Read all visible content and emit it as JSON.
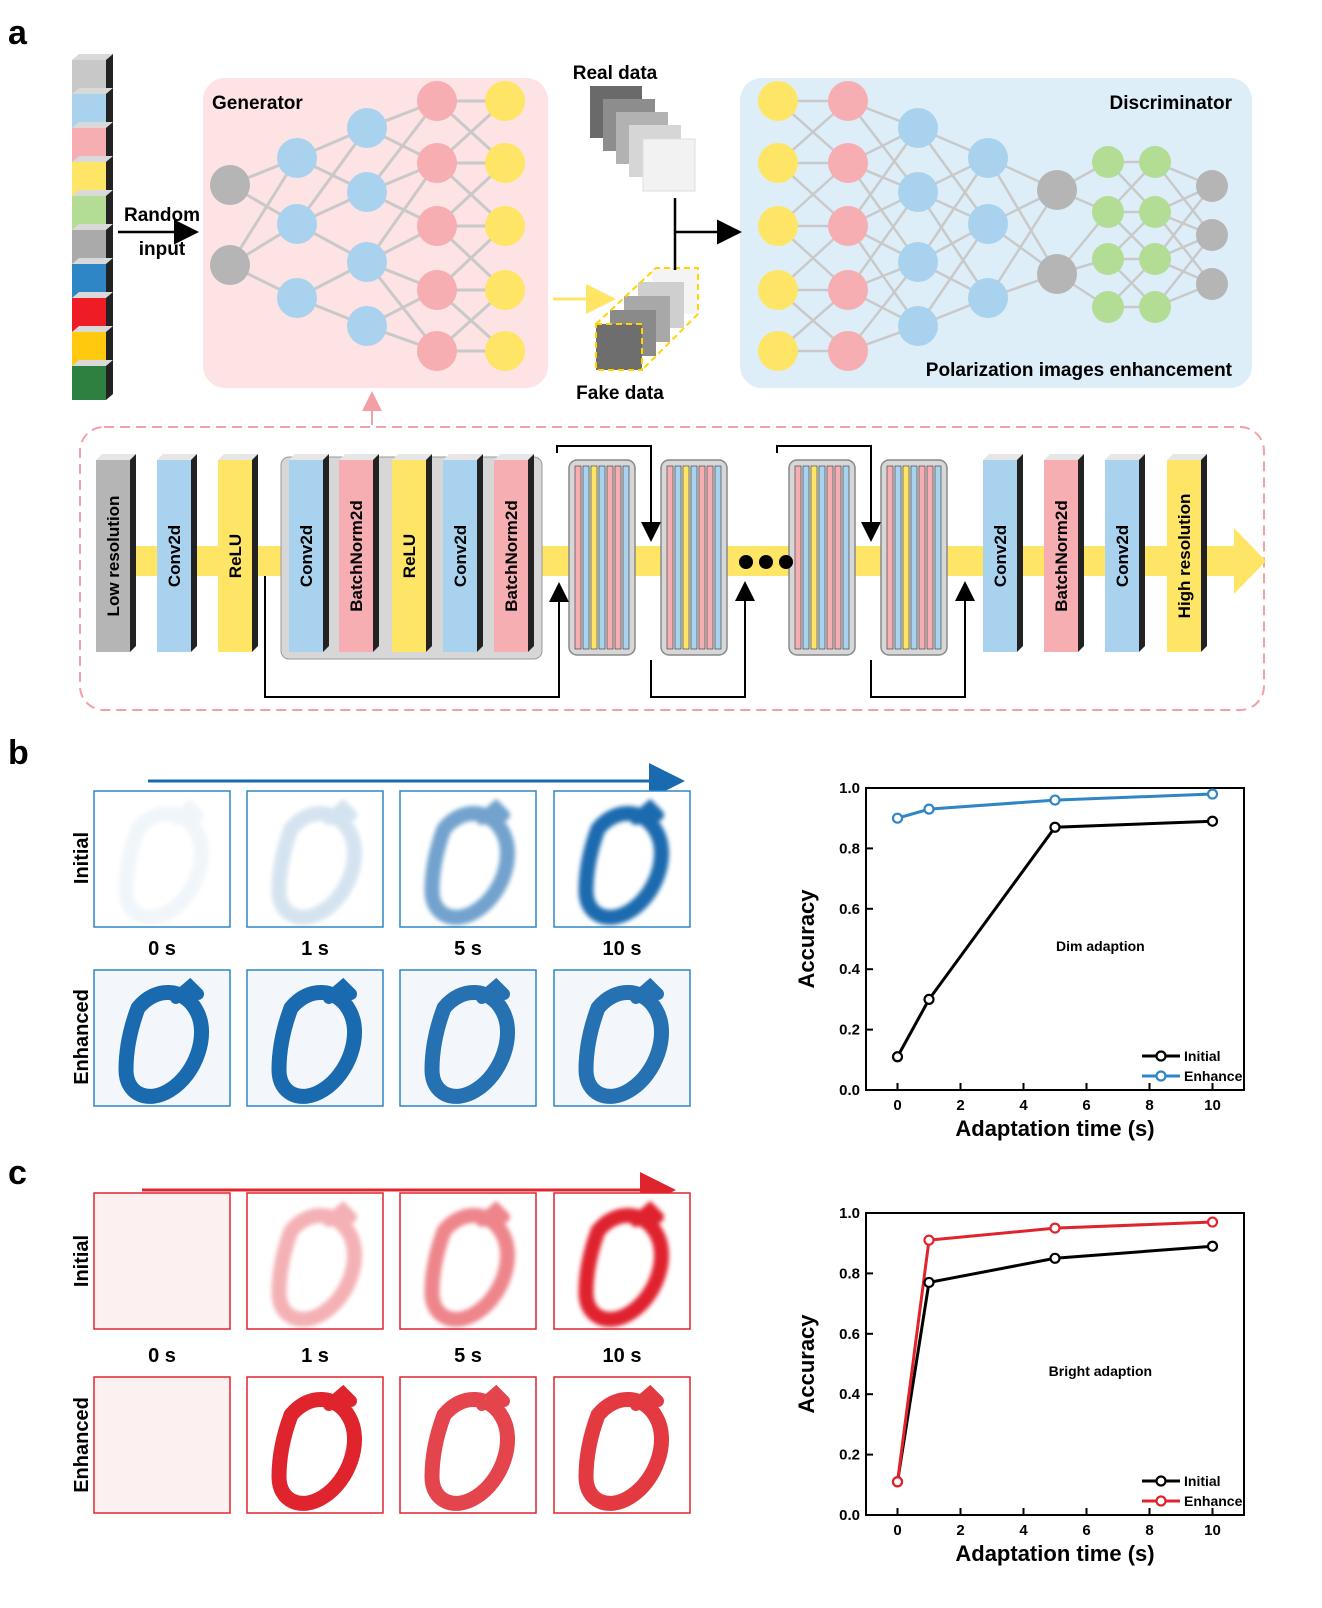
{
  "panel_labels": {
    "a": "a",
    "b": "b",
    "c": "c"
  },
  "panel_a": {
    "random_input": [
      "Random",
      "input"
    ],
    "generator_title": "Generator",
    "discriminator_title": "Discriminator",
    "real_data": "Real data",
    "fake_data": "Fake data",
    "enhancement_caption": "Polarization images enhancement",
    "pipeline_blocks": {
      "low": "Low resolution",
      "conv": "Conv2d",
      "relu": "ReLU",
      "bn": "BatchNorm2d",
      "high": "High resolution"
    },
    "colors": {
      "gray": "#b5b5b5",
      "blue": "#a8d2ee",
      "pink": "#f6aeb3",
      "yellow": "#ffe566",
      "green": "#b3dc95",
      "gen_bg": "#fde3e4",
      "disc_bg": "#ddeef8"
    },
    "stack_colors": [
      "#c8c8c8",
      "#a8d2ee",
      "#f6aeb3",
      "#ffe566",
      "#b3dc95",
      "#aaaaaa",
      "#2f86c6",
      "#ee1c24",
      "#ffc90e",
      "#2d8040"
    ]
  },
  "panel_b": {
    "row_labels": [
      "Initial",
      "Enhanced"
    ],
    "times": [
      "0 s",
      "1 s",
      "5 s",
      "10 s"
    ],
    "color": "#1a6aaf",
    "initial_opacity": [
      0.06,
      0.18,
      0.62,
      1.0
    ],
    "enhanced_opacity": [
      1.0,
      1.0,
      0.95,
      0.95
    ]
  },
  "panel_c": {
    "row_labels": [
      "Initial",
      "Enhanced"
    ],
    "times": [
      "0 s",
      "1 s",
      "5 s",
      "10 s"
    ],
    "color": "#e0242d",
    "initial_opacity": [
      0.0,
      0.35,
      0.55,
      1.0
    ],
    "enhanced_opacity": [
      0.0,
      1.0,
      0.85,
      0.9
    ]
  },
  "chart_data": [
    {
      "type": "line",
      "annotation": "Dim adaption",
      "xlabel": "Adaptation time (s)",
      "ylabel": "Accuracy",
      "xlim": [
        -1,
        11
      ],
      "ylim": [
        0,
        1.0
      ],
      "xticks": [
        0,
        2,
        4,
        6,
        8,
        10
      ],
      "yticks": [
        0.0,
        0.2,
        0.4,
        0.6,
        0.8,
        1.0
      ],
      "x": [
        0,
        1,
        5,
        10
      ],
      "series": [
        {
          "name": "Initial",
          "color": "#000000",
          "values": [
            0.11,
            0.3,
            0.87,
            0.89
          ]
        },
        {
          "name": "Enhance",
          "color": "#2f86c6",
          "values": [
            0.9,
            0.93,
            0.96,
            0.98
          ]
        }
      ],
      "legend": "bottom-right"
    },
    {
      "type": "line",
      "annotation": "Bright adaption",
      "xlabel": "Adaptation time (s)",
      "ylabel": "Accuracy",
      "xlim": [
        -1,
        11
      ],
      "ylim": [
        0,
        1.0
      ],
      "xticks": [
        0,
        2,
        4,
        6,
        8,
        10
      ],
      "yticks": [
        0.0,
        0.2,
        0.4,
        0.6,
        0.8,
        1.0
      ],
      "x": [
        0,
        1,
        5,
        10
      ],
      "series": [
        {
          "name": "Initial",
          "color": "#000000",
          "values": [
            0.11,
            0.77,
            0.85,
            0.89
          ]
        },
        {
          "name": "Enhance",
          "color": "#e0242d",
          "values": [
            0.11,
            0.91,
            0.95,
            0.97
          ]
        }
      ],
      "legend": "bottom-right"
    }
  ]
}
